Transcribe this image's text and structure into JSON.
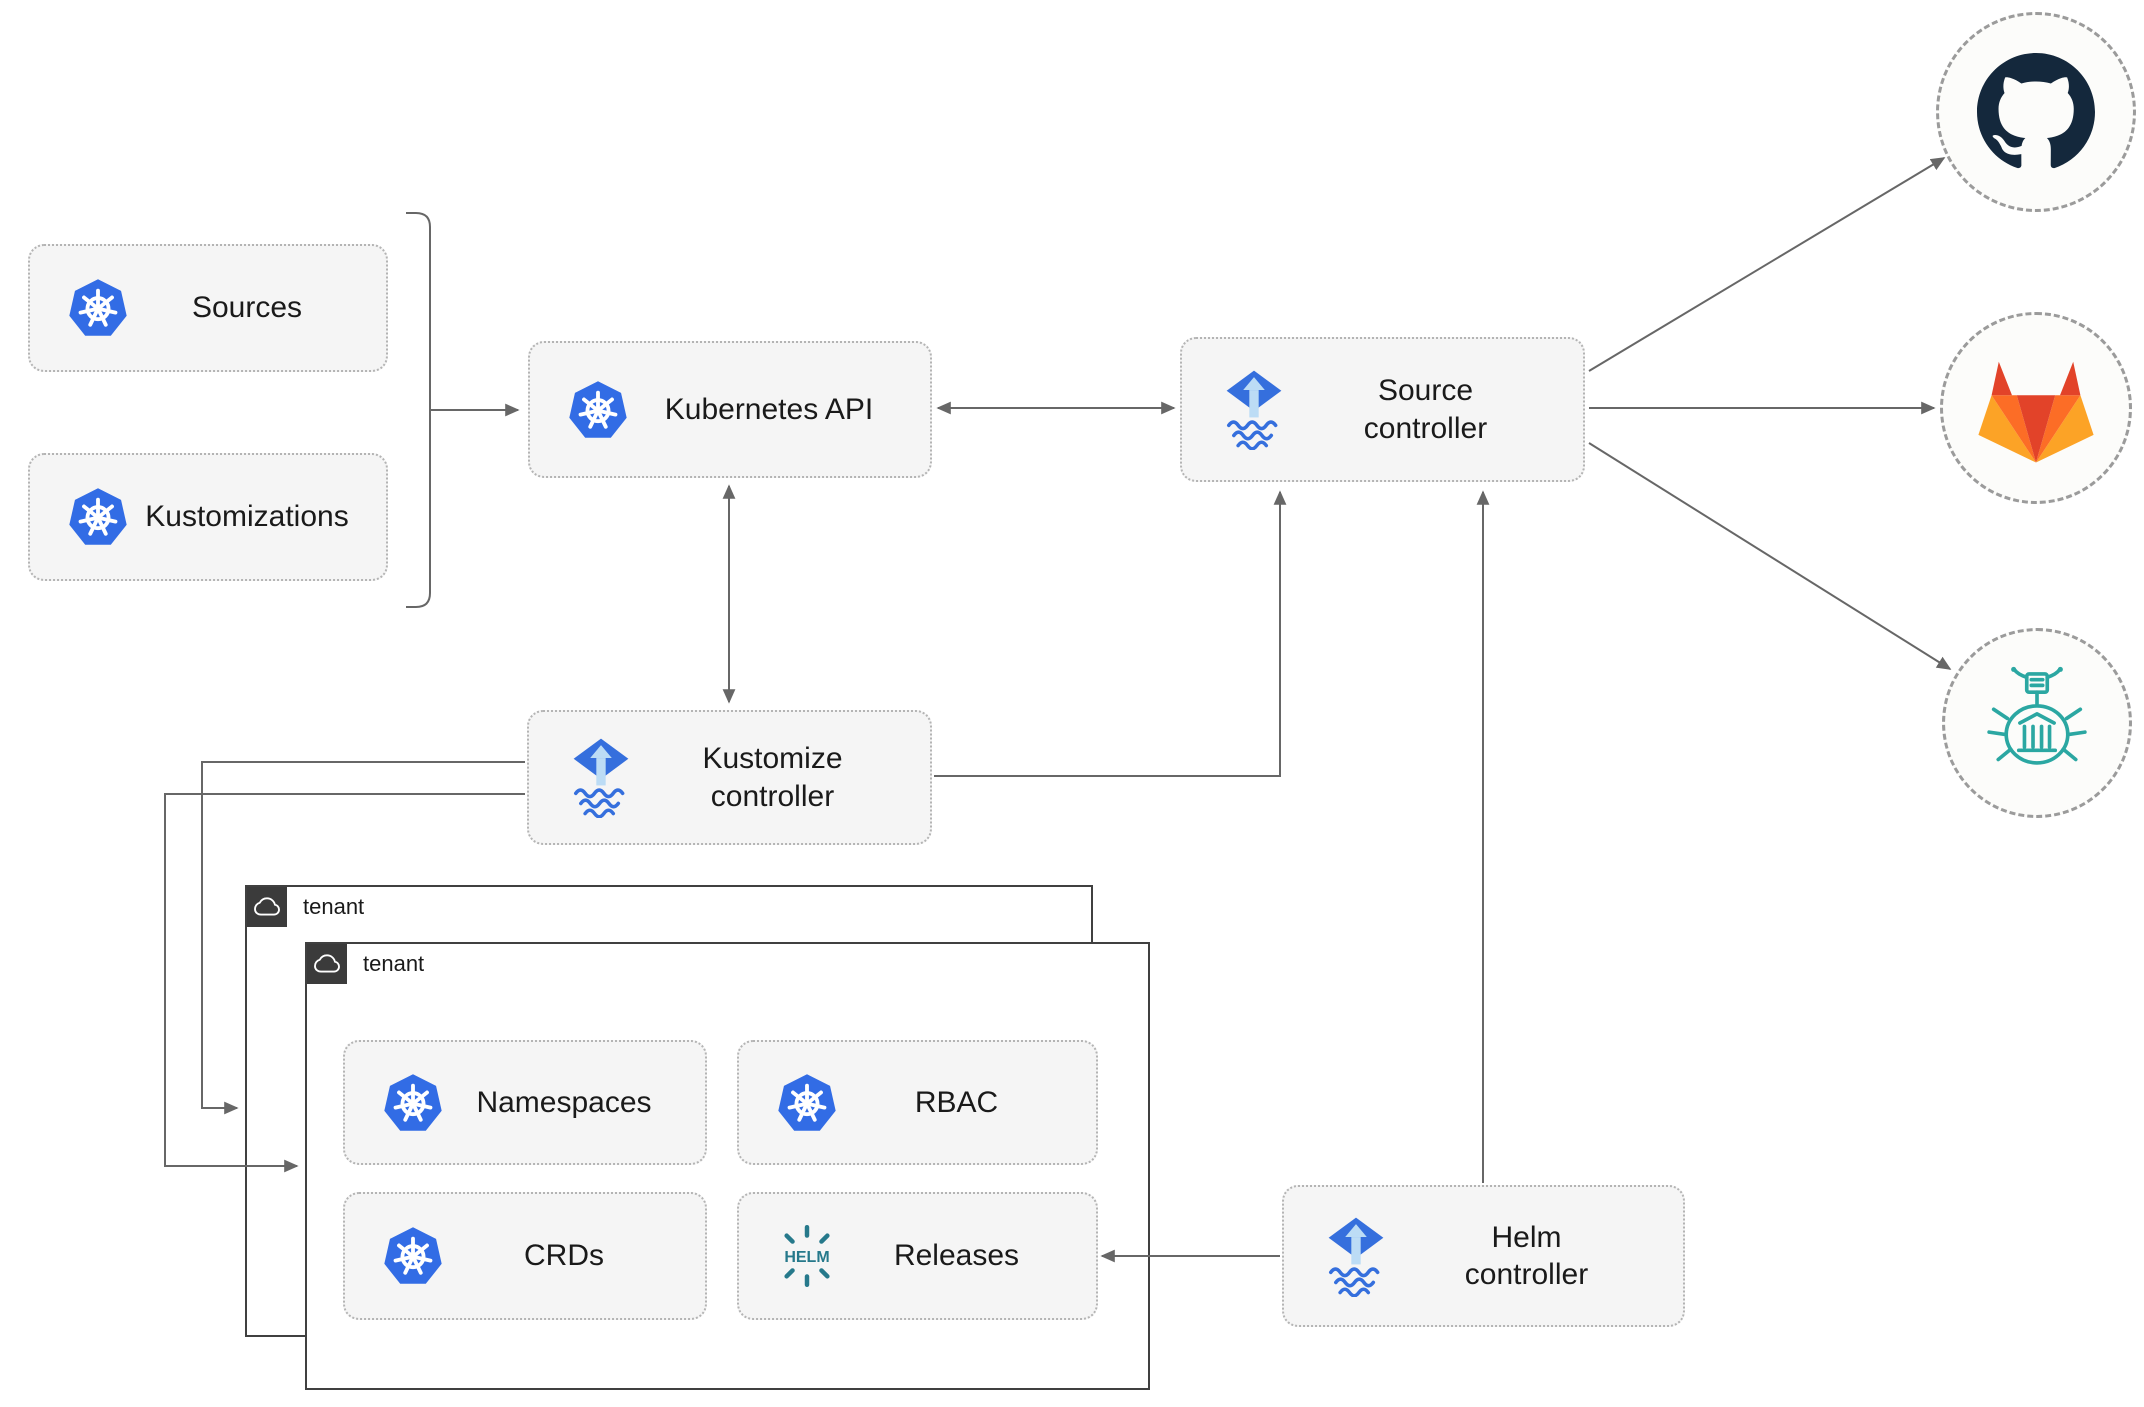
{
  "nodes": {
    "sources": {
      "label": "Sources",
      "icon": "kubernetes-icon"
    },
    "kustomizations": {
      "label": "Kustomizations",
      "icon": "kubernetes-icon"
    },
    "kubernetes_api": {
      "label": "Kubernetes API",
      "icon": "kubernetes-icon"
    },
    "source_controller": {
      "label": "Source controller",
      "icon": "flux-icon"
    },
    "kustomize_controller": {
      "label": "Kustomize controller",
      "icon": "flux-icon"
    },
    "helm_controller": {
      "label": "Helm controller",
      "icon": "flux-icon"
    },
    "namespaces": {
      "label": "Namespaces",
      "icon": "kubernetes-icon"
    },
    "rbac": {
      "label": "RBAC",
      "icon": "kubernetes-icon"
    },
    "crds": {
      "label": "CRDs",
      "icon": "kubernetes-icon"
    },
    "releases": {
      "label": "Releases",
      "icon": "helm-icon"
    }
  },
  "groups": {
    "tenant_back": {
      "label": "tenant",
      "icon": "cloud-icon"
    },
    "tenant_front": {
      "label": "tenant",
      "icon": "cloud-icon"
    }
  },
  "externals": {
    "github": {
      "icon": "github-icon"
    },
    "gitlab": {
      "icon": "gitlab-icon"
    },
    "chartmuseum": {
      "icon": "chartmuseum-bug-icon"
    }
  },
  "icons": {
    "helm_text": "HELM"
  },
  "edges": [
    {
      "from": "sources+kustomizations",
      "to": "kubernetes_api",
      "style": "arrow"
    },
    {
      "from": "kubernetes_api",
      "to": "source_controller",
      "style": "double-arrow"
    },
    {
      "from": "kubernetes_api",
      "to": "kustomize_controller",
      "style": "double-arrow"
    },
    {
      "from": "kustomize_controller",
      "to": "source_controller",
      "style": "arrow"
    },
    {
      "from": "helm_controller",
      "to": "source_controller",
      "style": "arrow"
    },
    {
      "from": "source_controller",
      "to": "github",
      "style": "arrow"
    },
    {
      "from": "source_controller",
      "to": "gitlab",
      "style": "arrow"
    },
    {
      "from": "source_controller",
      "to": "chartmuseum",
      "style": "arrow"
    },
    {
      "from": "helm_controller",
      "to": "releases",
      "style": "arrow"
    },
    {
      "from": "kustomize_controller",
      "to": "tenant_back",
      "style": "arrow"
    },
    {
      "from": "kustomize_controller",
      "to": "tenant_front",
      "style": "arrow"
    }
  ],
  "colors": {
    "kubernetes_blue": "#326ce5",
    "flux_blue": "#356fdd",
    "flux_arrow_light": "#bcdcf5",
    "helm_teal": "#26798b",
    "chartmuseum_teal": "#2ba7a2",
    "github_dark": "#14283c",
    "gitlab_red": "#e24329",
    "gitlab_orange": "#fc6d26",
    "gitlab_yellow": "#fca326",
    "wire_gray": "#676767",
    "node_fill": "#f5f5f5",
    "node_border": "#b4b4b4",
    "tenant_border": "#404040",
    "tenant_tab_bg": "#3b3b3b"
  }
}
